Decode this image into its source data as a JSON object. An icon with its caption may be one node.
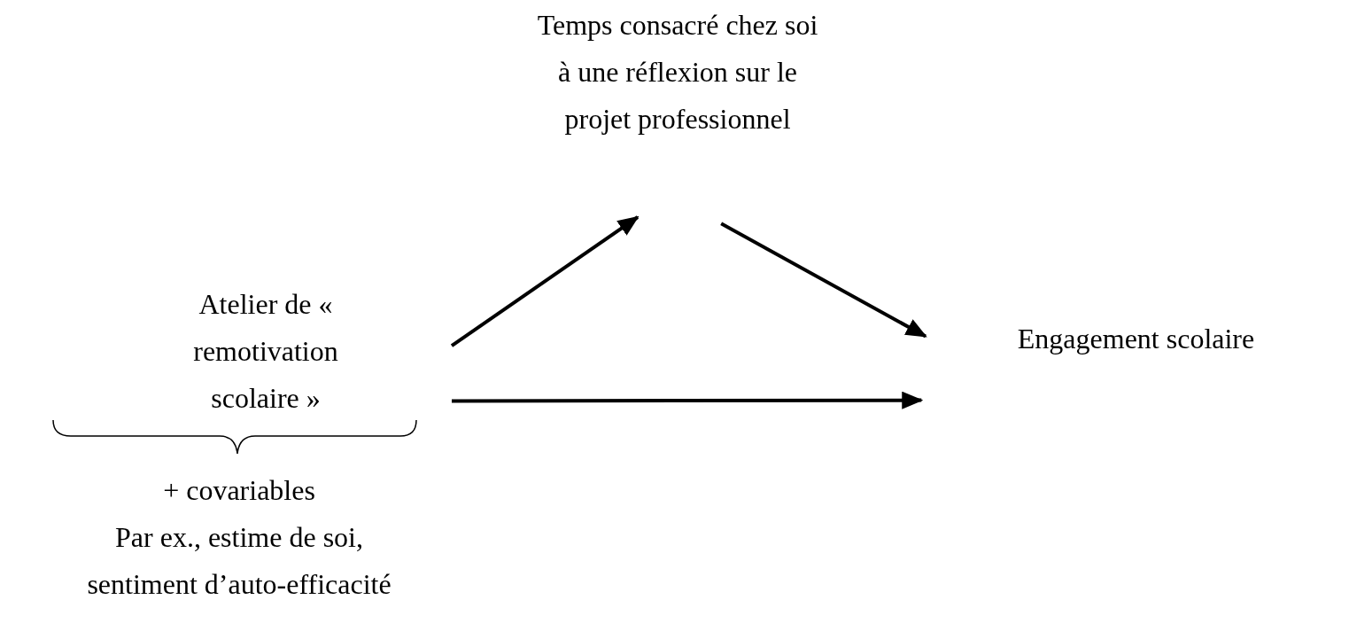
{
  "diagram": {
    "nodes": [
      {
        "text": [
          "Atelier de « remotivation scolaire »"
        ]
      },
      {
        "text": [
          "Temps consacré chez soi à une réflexion sur le projet professionnel"
        ]
      },
      {
        "text": [
          "Engagement scolaire"
        ]
      }
    ],
    "edges": [
      {
        "from": 0,
        "to": 1,
        "arrow": "to"
      },
      {
        "from": 1,
        "to": 2,
        "arrow": "to"
      },
      {
        "from": 0,
        "to": 2,
        "arrow": "to"
      }
    ],
    "labels": [
      "+ covariables",
      "Par ex., estime de soi, sentiment d’auto-efficacité"
    ]
  }
}
